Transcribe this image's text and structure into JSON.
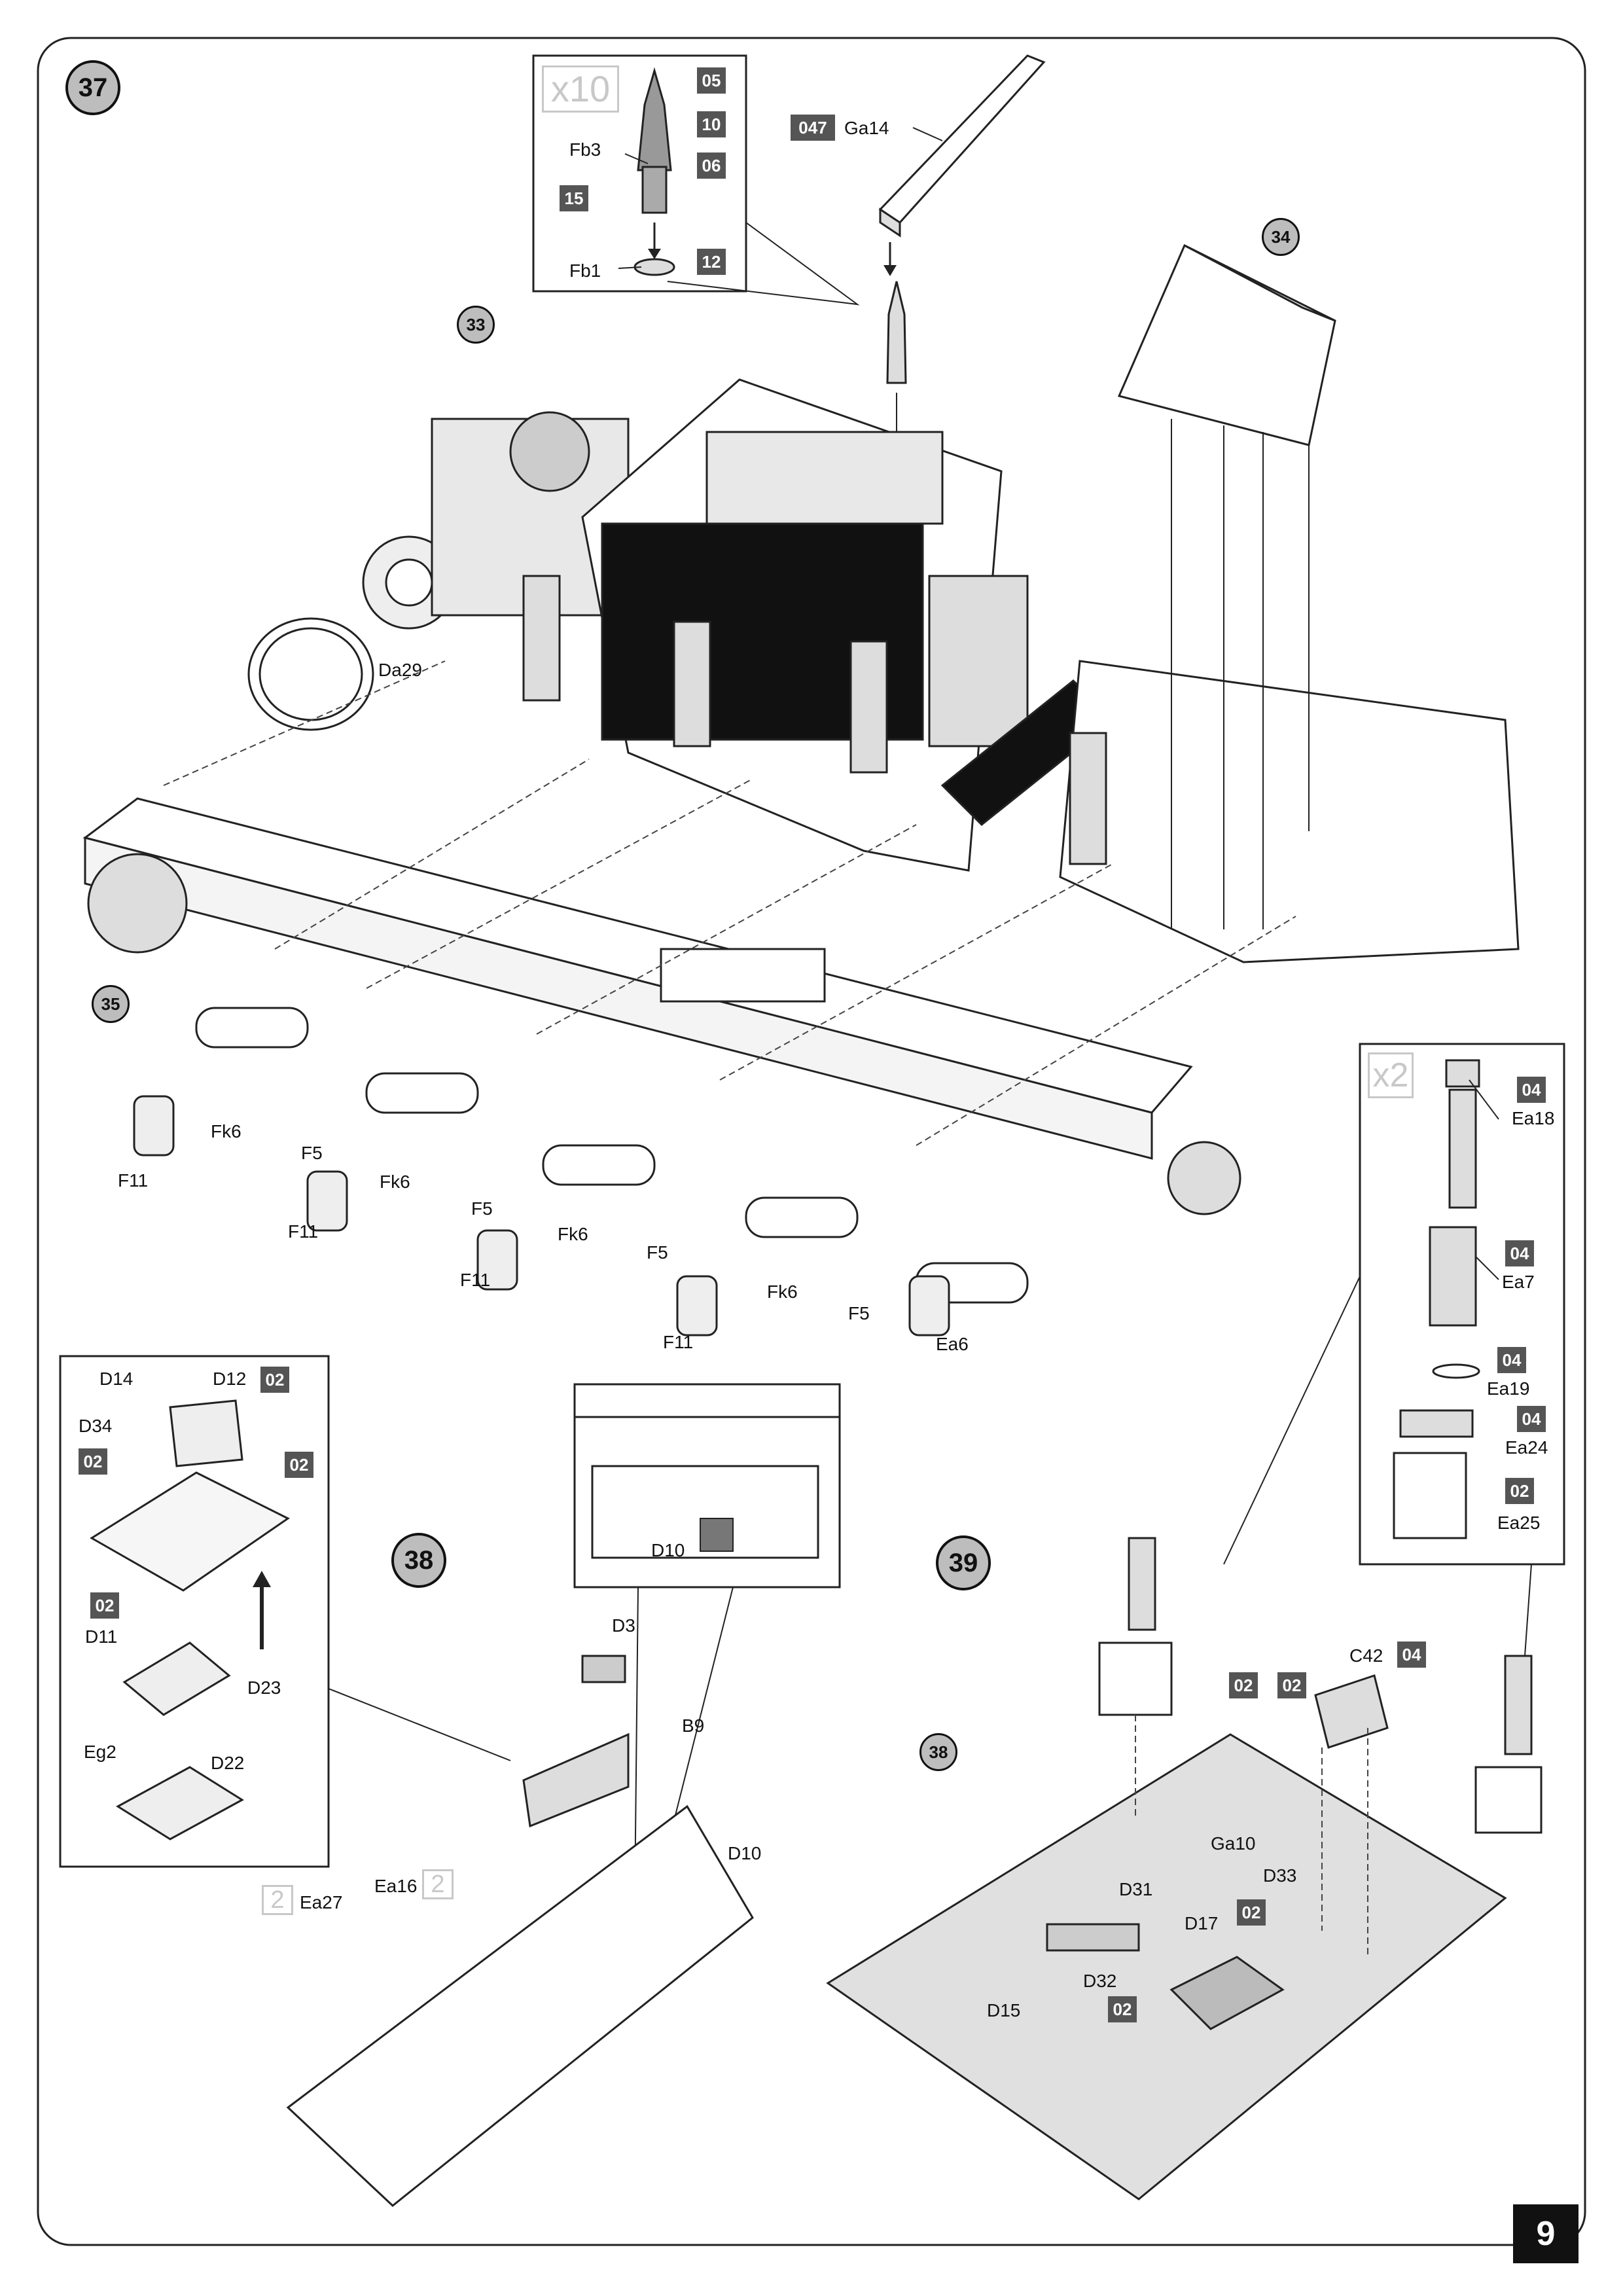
{
  "logo_text": "",
  "page_number": "9",
  "step37": {
    "number": "37",
    "refs": {
      "r33": "33",
      "r34": "34",
      "r35": "35"
    },
    "shell_inset": {
      "multiplier": "x10",
      "labels": {
        "fb3": "Fb3",
        "fb1": "Fb1"
      },
      "parts": {
        "p05": "05",
        "p10": "10",
        "p06": "06",
        "p15": "15",
        "p12": "12"
      }
    },
    "ga14": {
      "part": "047",
      "label": "Ga14"
    },
    "labels": {
      "da29": "Da29",
      "fk6_a": "Fk6",
      "fk6_b": "Fk6",
      "fk6_c": "Fk6",
      "fk6_d": "Fk6",
      "f11_a": "F11",
      "f11_b": "F11",
      "f11_c": "F11",
      "f11_d": "F11",
      "f5_a": "F5",
      "f5_b": "F5",
      "f5_c": "F5",
      "f5_d": "F5",
      "ea6": "Ea6"
    },
    "spring_inset": {
      "multiplier": "x2",
      "items": [
        {
          "part": "04",
          "label": "Ea18"
        },
        {
          "part": "04",
          "label": "Ea7"
        },
        {
          "part": "04",
          "label": "Ea19"
        },
        {
          "part": "04",
          "label": "Ea24"
        },
        {
          "part": "02",
          "label": "Ea25"
        }
      ]
    }
  },
  "step38": {
    "number": "38",
    "inset": {
      "labels": {
        "d14": "D14",
        "d12": "D12",
        "d34": "D34",
        "d11": "D11",
        "d23": "D23",
        "eg2": "Eg2",
        "d22": "D22"
      },
      "parts": {
        "p02_a": "02",
        "p02_b": "02",
        "p02_c": "02",
        "p02_d": "02"
      }
    },
    "detail": {
      "d10": "D10"
    },
    "labels": {
      "d3": "D3",
      "b9": "B9",
      "d10": "D10",
      "ea27": "Ea27",
      "ea16": "Ea16"
    },
    "multipliers": {
      "ea27": "2",
      "ea16": "2"
    }
  },
  "step39": {
    "number": "39",
    "ref38": "38",
    "labels": {
      "c42": "C42",
      "ga10": "Ga10",
      "d33": "D33",
      "d31": "D31",
      "d17": "D17",
      "d32": "D32",
      "d15": "D15"
    },
    "parts": {
      "c42": "04",
      "p02_a": "02",
      "p02_b": "02",
      "p02_c": "02",
      "p02_d": "02"
    }
  }
}
